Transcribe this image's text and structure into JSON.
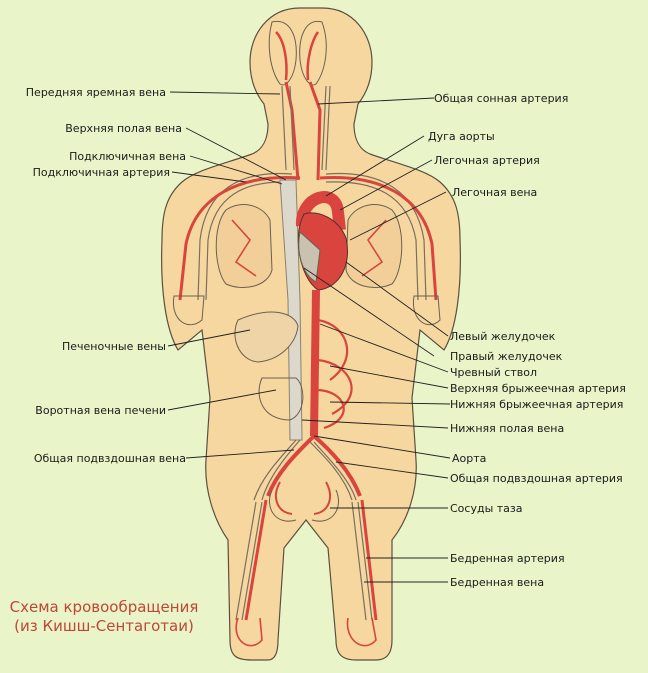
{
  "labels_left": [
    "Передняя яремная вена",
    "Верхняя полая вена",
    "Подключичная вена",
    "Подключичная артерия",
    "Печеночные вены",
    "Воротная вена печени",
    "Общая подвздошная вена"
  ],
  "labels_right": [
    "Общая сонная артерия",
    "Дуга аорты",
    "Легочная артерия",
    "Легочная вена",
    "Левый желудочек",
    "Правый желудочек",
    "Чревный ствол",
    "Верхняя брыжеечная артерия",
    "Нижняя брыжеечная артерия",
    "Нижняя полая вена",
    "Аорта",
    "Общая подвздошная артерия",
    "Сосуды таза",
    "Бедренная артерия",
    "Бедренная вена"
  ],
  "caption": {
    "line1": "Схема кровообращения",
    "line2": "(из Кишш-Сентаготаи)"
  },
  "colors": {
    "background": "#e9f5c9",
    "body": "#f7d7a0",
    "artery": "#d9453e",
    "vein": "#e6e6dc",
    "caption": "#c0453a"
  }
}
